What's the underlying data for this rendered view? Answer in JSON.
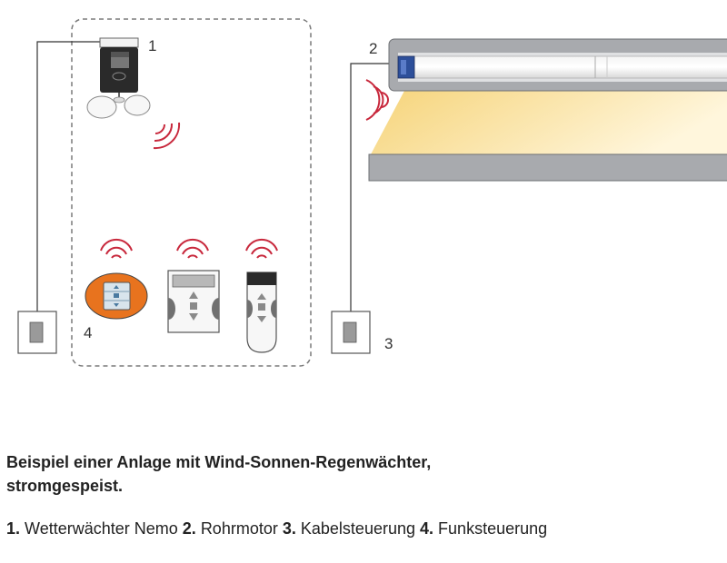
{
  "labels": {
    "weather_station": "1",
    "tube_motor": "2",
    "cable_control": "3",
    "radio_control": "4"
  },
  "caption": {
    "line1": "Beispiel einer Anlage mit Wind-Sonnen-Regenwächter,",
    "line2": "stromgespeist."
  },
  "legend": [
    {
      "num": "1.",
      "text": "Wetterwächter Nemo"
    },
    {
      "num": "2.",
      "text": "Rohrmotor"
    },
    {
      "num": "3.",
      "text": "Kabelsteuerung"
    },
    {
      "num": "4.",
      "text": "Funksteuerung"
    }
  ],
  "colors": {
    "radio_waves": "#c8283c",
    "orange_remote": "#e8731e",
    "awning_light": "#f8dc8a",
    "frame_grey": "#9a9ca0"
  }
}
